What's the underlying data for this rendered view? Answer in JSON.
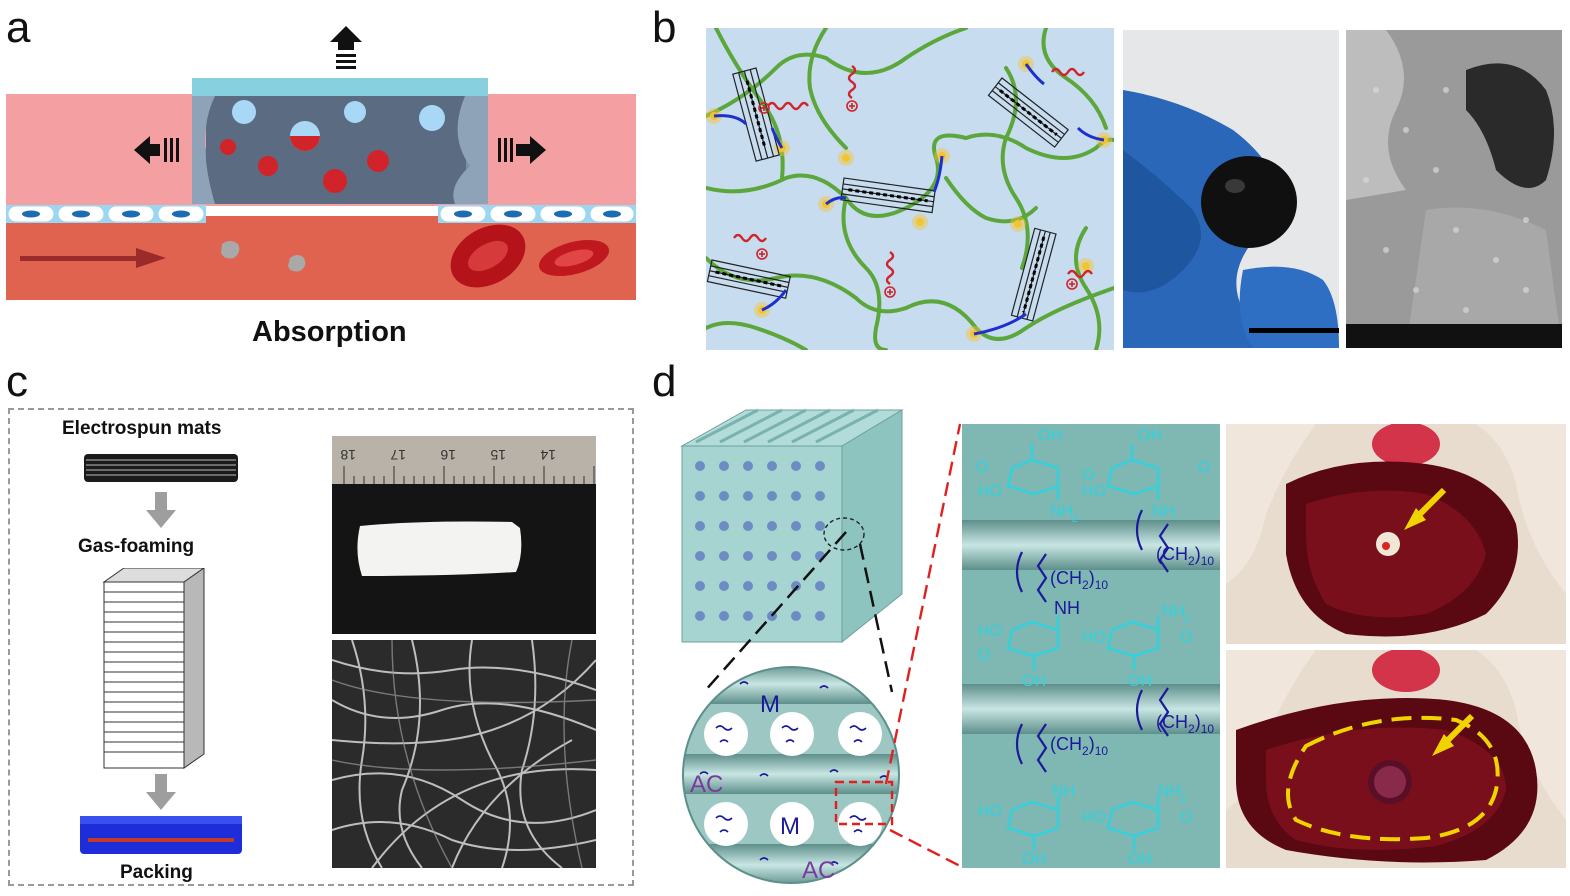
{
  "panels": {
    "a": {
      "letter": "a",
      "caption": "Absorption"
    },
    "b": {
      "letter": "b"
    },
    "c": {
      "letter": "c",
      "steps": [
        "Electrospun mats",
        "Gas-foaming",
        "Packing"
      ],
      "ruler_numbers": [
        "18",
        "17",
        "16",
        "15",
        "14"
      ]
    },
    "d": {
      "letter": "d",
      "inset_labels": [
        "M",
        "AC",
        "M",
        "AC"
      ],
      "chem": {
        "oh": "OH",
        "ho": "HO",
        "nh2": "NH",
        "nh2_sub": "2",
        "nh": "NH",
        "ch2": "(CH",
        "ch2_sub": "2",
        "ch2_tail": ")",
        "ch2_n": "10",
        "o": "O"
      }
    }
  },
  "colors": {
    "tissue_pink": "#f4a0a3",
    "blood_red": "#e0634f",
    "gel_blue": "#86d0e0",
    "gel_dark": "#5b6b82",
    "cell_blue": "#7ec8ee",
    "network_bg": "#c7dcef",
    "chem_cyan": "#2fd3e0",
    "chem_navy": "#1a1a9a",
    "tube_teal": "#7fb7b2"
  }
}
